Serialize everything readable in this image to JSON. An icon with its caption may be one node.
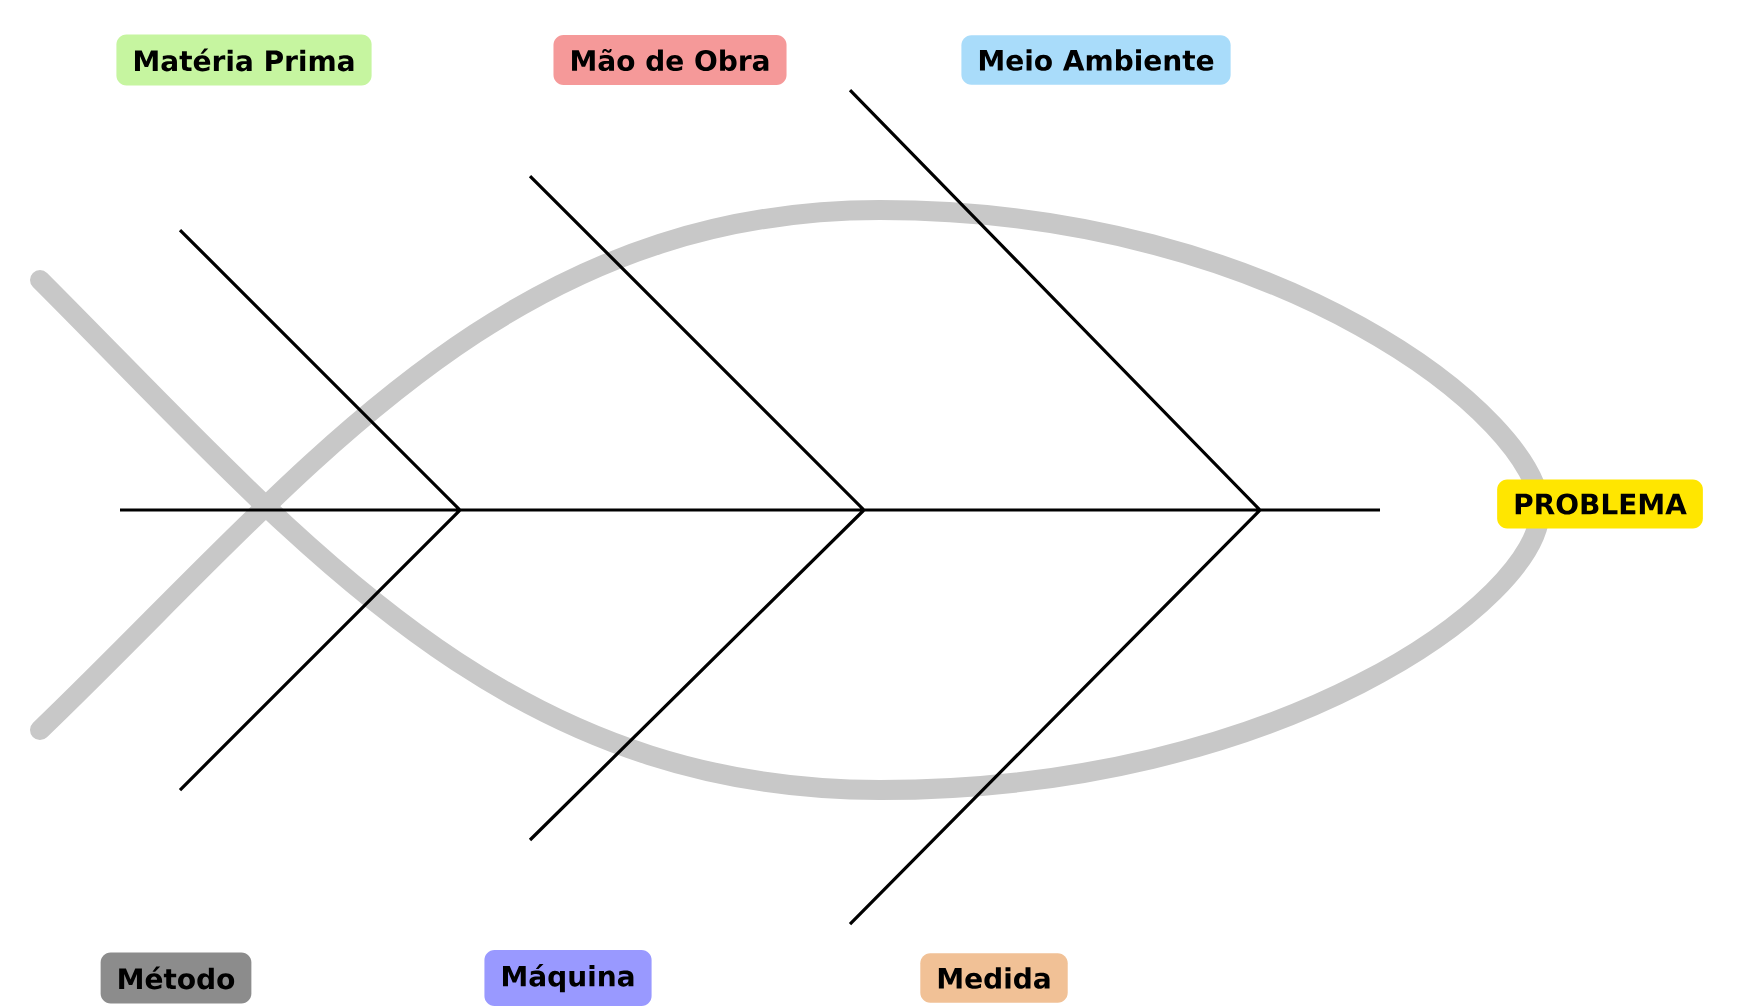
{
  "diagram": {
    "nodes": [
      {
        "text": [
          "Matéria Prima"
        ]
      },
      {
        "text": [
          "Mão de Obra"
        ]
      },
      {
        "text": [
          "Meio Ambiente"
        ]
      },
      {
        "text": [
          "PROBLEMA"
        ]
      },
      {
        "text": [
          "Método"
        ]
      },
      {
        "text": [
          "Máquina"
        ]
      },
      {
        "text": [
          "Medida"
        ]
      }
    ]
  }
}
